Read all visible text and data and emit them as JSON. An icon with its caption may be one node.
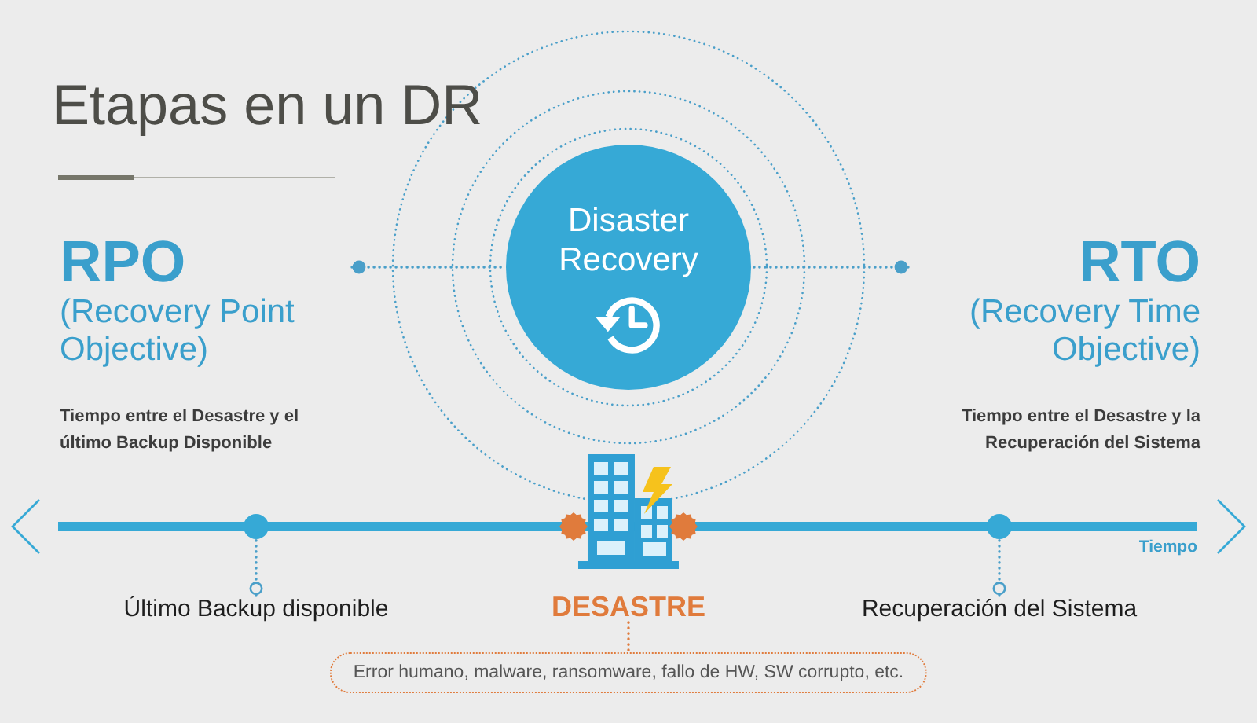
{
  "diagram": {
    "title": "Etapas en un DR",
    "nodes": [
      {
        "text": [
          "Disaster Recovery"
        ]
      },
      {
        "text": [
          "RPO",
          "(Recovery Point Objective)",
          "Tiempo entre el Desastre y el último Backup Disponible"
        ]
      },
      {
        "text": [
          "RTO",
          "(Recovery Time Objective)",
          "Tiempo entre el Desastre y la Recuperación del Sistema"
        ]
      },
      {
        "text": [],
        "shape": "circle"
      },
      {
        "text": [
          "DESASTRE"
        ]
      },
      {
        "text": [],
        "shape": "circle"
      },
      {
        "text": [
          "Último Backup disponible"
        ]
      },
      {
        "text": [
          "Recuperación del Sistema"
        ]
      },
      {
        "text": [
          "Error humano, malware, ransomware, fallo de HW, SW corrupto, etc."
        ]
      }
    ],
    "edges": [
      {
        "from": 1,
        "to": 0,
        "arrow": "other",
        "style": "dashed"
      },
      {
        "from": 2,
        "to": 0,
        "arrow": "other",
        "style": "dashed"
      },
      {
        "from": 6,
        "to": 3,
        "arrow": "other",
        "style": "dashed"
      },
      {
        "from": 7,
        "to": 5,
        "arrow": "other",
        "style": "dashed"
      },
      {
        "from": 4,
        "to": 8,
        "arrow": "none",
        "style": "dashed",
        "color": "#e07b3c"
      }
    ],
    "labels": [
      "Tiempo"
    ]
  }
}
